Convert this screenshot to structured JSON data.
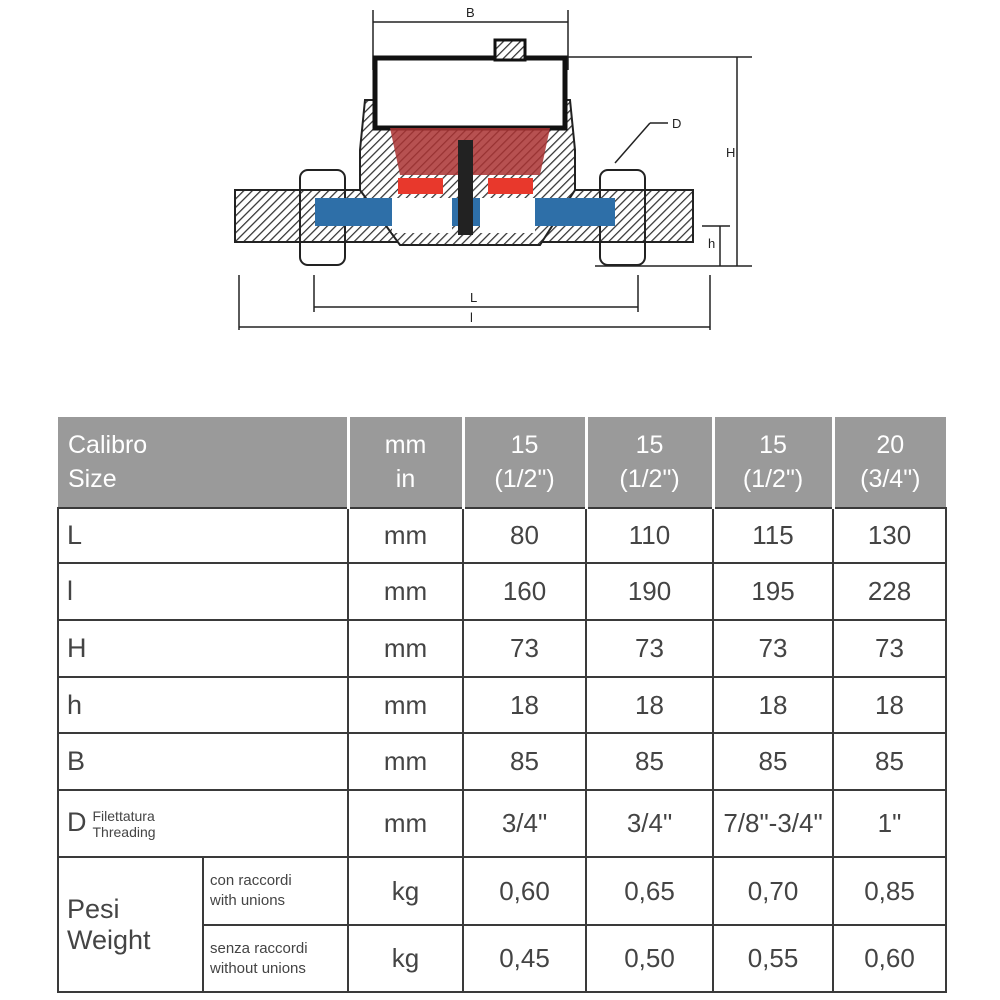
{
  "drawing": {
    "labels": {
      "B": "B",
      "D": "D",
      "H": "H",
      "h": "h",
      "L": "L",
      "I": "l"
    },
    "colors": {
      "red": "#e8382c",
      "blue": "#2e6fa8",
      "hatch": "#333333"
    }
  },
  "table": {
    "header": {
      "size_label_1": "Calibro",
      "size_label_2": "Size",
      "unit_1": "mm",
      "unit_2": "in",
      "columns": [
        {
          "mm": "15",
          "in": "(1/2\")"
        },
        {
          "mm": "15",
          "in": "(1/2\")"
        },
        {
          "mm": "15",
          "in": "(1/2\")"
        },
        {
          "mm": "20",
          "in": "(3/4\")"
        }
      ]
    },
    "header_bg": "#9a9a9a",
    "rows": [
      {
        "label": "L",
        "unit": "mm",
        "values": [
          "80",
          "110",
          "115",
          "130"
        ]
      },
      {
        "label": "l",
        "unit": "mm",
        "values": [
          "160",
          "190",
          "195",
          "228"
        ]
      },
      {
        "label": "H",
        "unit": "mm",
        "values": [
          "73",
          "73",
          "73",
          "73"
        ]
      },
      {
        "label": "h",
        "unit": "mm",
        "values": [
          "18",
          "18",
          "18",
          "18"
        ]
      },
      {
        "label": "B",
        "unit": "mm",
        "values": [
          "85",
          "85",
          "85",
          "85"
        ]
      },
      {
        "label": "D",
        "sub1": "Filettatura",
        "sub2": "Threading",
        "unit": "mm",
        "values": [
          "3/4\"",
          "3/4\"",
          "7/8\"-3/4\"",
          "1\""
        ]
      }
    ],
    "weight": {
      "label_1": "Pesi",
      "label_2": "Weight",
      "rows": [
        {
          "sub1": "con raccordi",
          "sub2": "with unions",
          "unit": "kg",
          "values": [
            "0,60",
            "0,65",
            "0,70",
            "0,85"
          ]
        },
        {
          "sub1": "senza raccordi",
          "sub2": "without unions",
          "unit": "kg",
          "values": [
            "0,45",
            "0,50",
            "0,55",
            "0,60"
          ]
        }
      ]
    }
  }
}
